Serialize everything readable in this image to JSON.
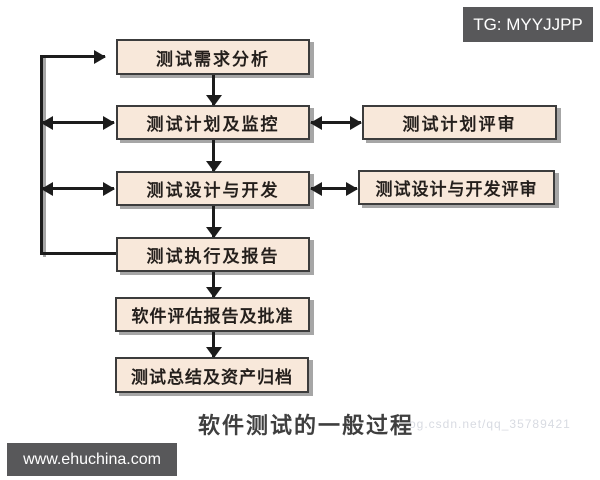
{
  "overlays": {
    "telegram_badge": "TG: MYYJJPP",
    "website_badge": "www.ehuchina.com",
    "watermark": "og.csdn.net/qq_35789421"
  },
  "diagram": {
    "caption": "软件测试的一般过程",
    "main_steps": [
      {
        "id": "requirements",
        "label": "测试需求分析"
      },
      {
        "id": "planning",
        "label": "测试计划及监控"
      },
      {
        "id": "design",
        "label": "测试设计与开发"
      },
      {
        "id": "execution",
        "label": "测试执行及报告"
      },
      {
        "id": "evaluation",
        "label": "软件评估报告及批准"
      },
      {
        "id": "summary",
        "label": "测试总结及资产归档"
      }
    ],
    "review_steps": [
      {
        "id": "plan-review",
        "label": "测试计划评审",
        "linked_to": "测试计划及监控"
      },
      {
        "id": "design-review",
        "label": "测试设计与开发评审",
        "linked_to": "测试设计与开发"
      }
    ]
  },
  "colors": {
    "box_fill": "#f8e8da",
    "box_border": "#3c3c3c",
    "box_text": "#241f1c",
    "line": "#1c1c1c",
    "shadow": "#a6a6a6",
    "badge_bg": "#58585a",
    "badge_text": "#ffffff",
    "caption_text": "#3f3f3f",
    "watermark_text": "#d8dbe2",
    "page_bg": "#ffffff"
  }
}
